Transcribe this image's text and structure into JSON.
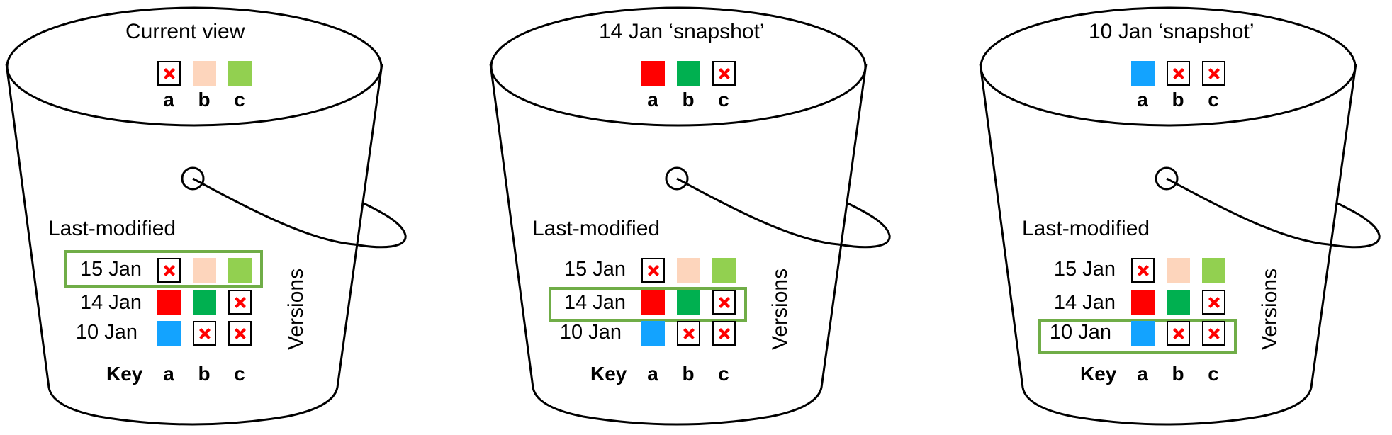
{
  "colors": {
    "a_10jan": "#13A3FF",
    "a_14jan": "#FF0000",
    "b_14jan": "#00B050",
    "b_15jan": "#FDD5BC",
    "c_15jan": "#92D050",
    "deleted_marker": "#FF0000",
    "highlight_border": "#70AD47"
  },
  "legend": {
    "key_label": "Key",
    "columns": [
      "a",
      "b",
      "c"
    ]
  },
  "buckets": [
    {
      "title": "Current view",
      "view_objects": [
        {
          "key": "a",
          "state": "deleted"
        },
        {
          "key": "b",
          "state": "b_15jan"
        },
        {
          "key": "c",
          "state": "c_15jan"
        }
      ],
      "last_modified_label": "Last-modified",
      "versions_label": "Versions",
      "highlighted_version": "15 Jan",
      "versions": [
        {
          "date": "15 Jan",
          "a": "deleted",
          "b": "b_15jan",
          "c": "c_15jan"
        },
        {
          "date": "14 Jan",
          "a": "a_14jan",
          "b": "b_14jan",
          "c": "deleted"
        },
        {
          "date": "10 Jan",
          "a": "a_10jan",
          "b": "deleted",
          "c": "deleted"
        }
      ]
    },
    {
      "title": "14 Jan ‘snapshot’",
      "view_objects": [
        {
          "key": "a",
          "state": "a_14jan"
        },
        {
          "key": "b",
          "state": "b_14jan"
        },
        {
          "key": "c",
          "state": "deleted"
        }
      ],
      "last_modified_label": "Last-modified",
      "versions_label": "Versions",
      "highlighted_version": "14 Jan",
      "versions": [
        {
          "date": "15 Jan",
          "a": "deleted",
          "b": "b_15jan",
          "c": "c_15jan"
        },
        {
          "date": "14 Jan",
          "a": "a_14jan",
          "b": "b_14jan",
          "c": "deleted"
        },
        {
          "date": "10 Jan",
          "a": "a_10jan",
          "b": "deleted",
          "c": "deleted"
        }
      ]
    },
    {
      "title": "10 Jan ‘snapshot’",
      "view_objects": [
        {
          "key": "a",
          "state": "a_10jan"
        },
        {
          "key": "b",
          "state": "deleted"
        },
        {
          "key": "c",
          "state": "deleted"
        }
      ],
      "last_modified_label": "Last-modified",
      "versions_label": "Versions",
      "highlighted_version": "10 Jan",
      "versions": [
        {
          "date": "15 Jan",
          "a": "deleted",
          "b": "b_15jan",
          "c": "c_15jan"
        },
        {
          "date": "14 Jan",
          "a": "a_14jan",
          "b": "b_14jan",
          "c": "deleted"
        },
        {
          "date": "10 Jan",
          "a": "a_10jan",
          "b": "deleted",
          "c": "deleted"
        }
      ]
    }
  ]
}
